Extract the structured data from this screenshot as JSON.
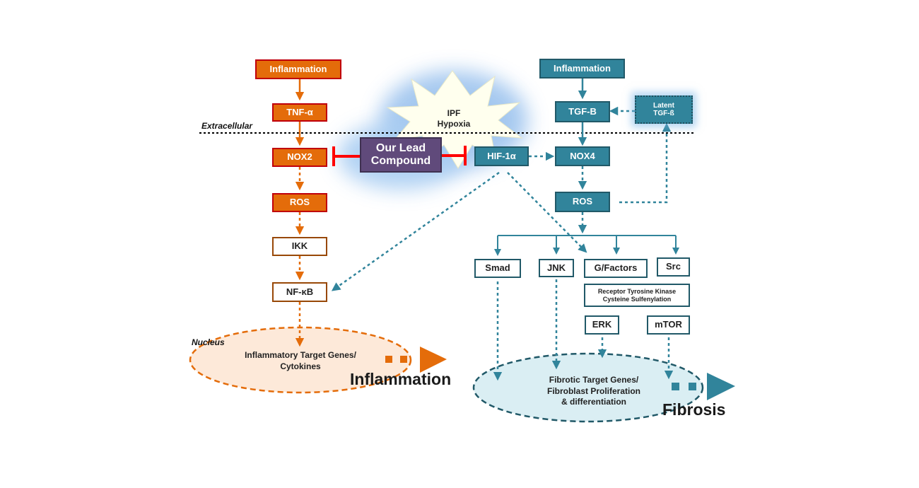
{
  "regions": {
    "extracellular": "Extracellular",
    "nucleus": "Nucleus"
  },
  "stimulus": {
    "line1": "IPF",
    "line2": "Hypoxia"
  },
  "lead_compound": {
    "line1": "Our Lead",
    "line2": "Compound"
  },
  "left_pathway": {
    "inflammation": "Inflammation",
    "tnf": "TNF-α",
    "nox2": "NOX2",
    "ros": "ROS",
    "ikk": "IKK",
    "nfkb": "NF-κB"
  },
  "right_pathway": {
    "inflammation": "Inflammation",
    "tgfb": "TGF-B",
    "latent_line1": "Latent",
    "latent_line2": "TGF-ß",
    "hif": "HIF-1α",
    "nox4": "NOX4",
    "ros": "ROS",
    "smad": "Smad",
    "jnk": "JNK",
    "gfactors": "G/Factors",
    "src": "Src",
    "rtk_line1": "Receptor Tyrosine Kinase",
    "rtk_line2": "Cysteine Sulfenylation",
    "erk": "ERK",
    "mtor": "mTOR"
  },
  "nucleus_inflammatory": {
    "line1": "Inflammatory Target Genes/",
    "line2": "Cytokines"
  },
  "nucleus_fibrotic": {
    "line1": "Fibrotic Target Genes/",
    "line2": "Fibroblast Proliferation",
    "line3": "& differentiation"
  },
  "outcomes": {
    "inflammation": "Inflammation",
    "fibrosis": "Fibrosis"
  },
  "colors": {
    "orange": "#e46c0a",
    "orange_border": "#c0000b",
    "brown_border": "#984807",
    "teal": "#31849b",
    "teal_dark": "#215968",
    "purple": "#604a7b",
    "inhibit_red": "#ff0000",
    "ellipse_orange_fill": "#fde9d9",
    "ellipse_teal_fill": "#daeef3"
  }
}
